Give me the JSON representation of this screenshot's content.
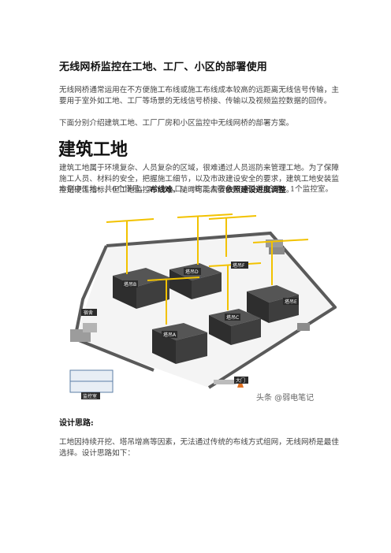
{
  "title": "无线网桥监控在工地、工厂、小区的部署使用",
  "intro": {
    "para1": "无线网桥通常运用在不方便施工布线或施工布线成本较高的远距离无线信号传输，主要用于室外如工地、工厂等场景的无线信号桥接、传输以及视频监控数据的回传。",
    "para2": "下面分别介绍建筑工地、工厂厂房和小区监控中无线网桥的部署方案。"
  },
  "section": {
    "heading": "建筑工地",
    "para1_a": "建筑工地属于环境复杂、人员复杂的区域，很难通过人员巡防来管理工地。为了保障施工人员、材料的安全，把握施工细节，以及市政建设安全的要求，建筑工地安装监控是硬性指标，但工地监控",
    "para1_b1": "布线难",
    "para1_c": "，随时可能需要",
    "para1_b2": "依照建设进度调整",
    "para1_d": "。",
    "para2": "本例中工地一共6个塔吊，2个出入口，1栋工人宿舍，1间材料仓库，1个监控室。"
  },
  "figure": {
    "labels": {
      "tower_b": "塔吊B",
      "tower_d": "塔吊D",
      "tower_f": "塔吊F",
      "tower_e": "塔吊E",
      "tower_c": "塔吊C",
      "tower_a": "塔吊A",
      "dorm": "宿舍",
      "gate": "大门",
      "control_room": "监控室"
    },
    "watermark": "头条 @弱电笔记"
  },
  "design": {
    "heading": "设计思路:",
    "para": "工地因持续开挖、塔吊增高等因素，无法通过传统的布线方式组网，无线网桥是最佳选择。设计思路如下："
  },
  "colors": {
    "crane": "#f2c200",
    "label_bg": "#2b2b2b",
    "fence": "#5a5a5a"
  }
}
